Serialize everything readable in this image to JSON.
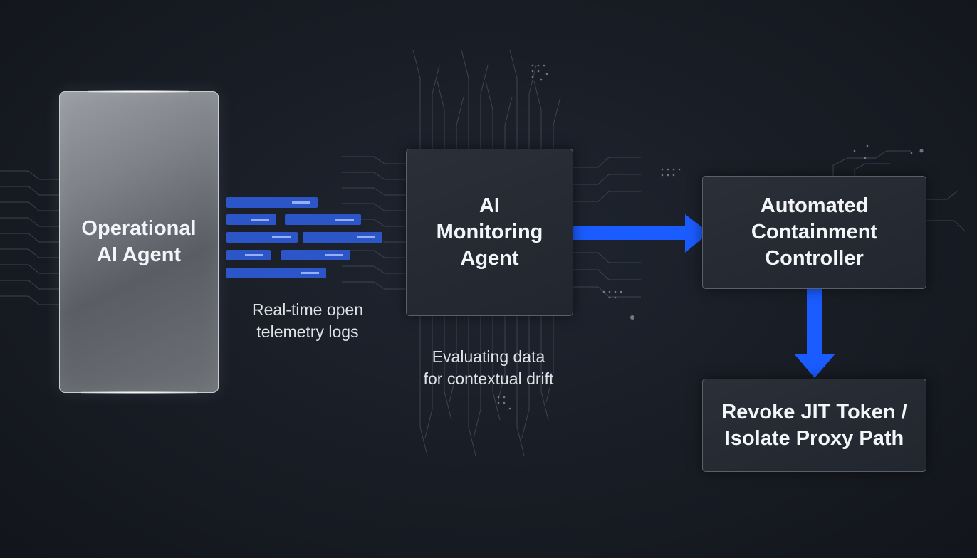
{
  "nodes": {
    "operational_agent": {
      "label": "Operational\nAI Agent"
    },
    "monitoring_agent": {
      "label": "AI\nMonitoring\nAgent"
    },
    "containment_controller": {
      "label": "Automated\nContainment\nController"
    },
    "revoke_action": {
      "label": "Revoke JIT Token /\nIsolate Proxy Path"
    }
  },
  "captions": {
    "telemetry": "Real-time open\ntelemetry logs",
    "evaluation": "Evaluating data\nfor contextual drift"
  },
  "colors": {
    "accent_blue": "#1a5cff",
    "log_bar": "#2f5bd8",
    "background": "#181c24",
    "circuit": "#5b6270"
  },
  "edges": [
    {
      "from": "operational_agent",
      "to": "monitoring_agent",
      "style": "log-stream"
    },
    {
      "from": "monitoring_agent",
      "to": "containment_controller",
      "style": "arrow"
    },
    {
      "from": "containment_controller",
      "to": "revoke_action",
      "style": "arrow"
    }
  ]
}
